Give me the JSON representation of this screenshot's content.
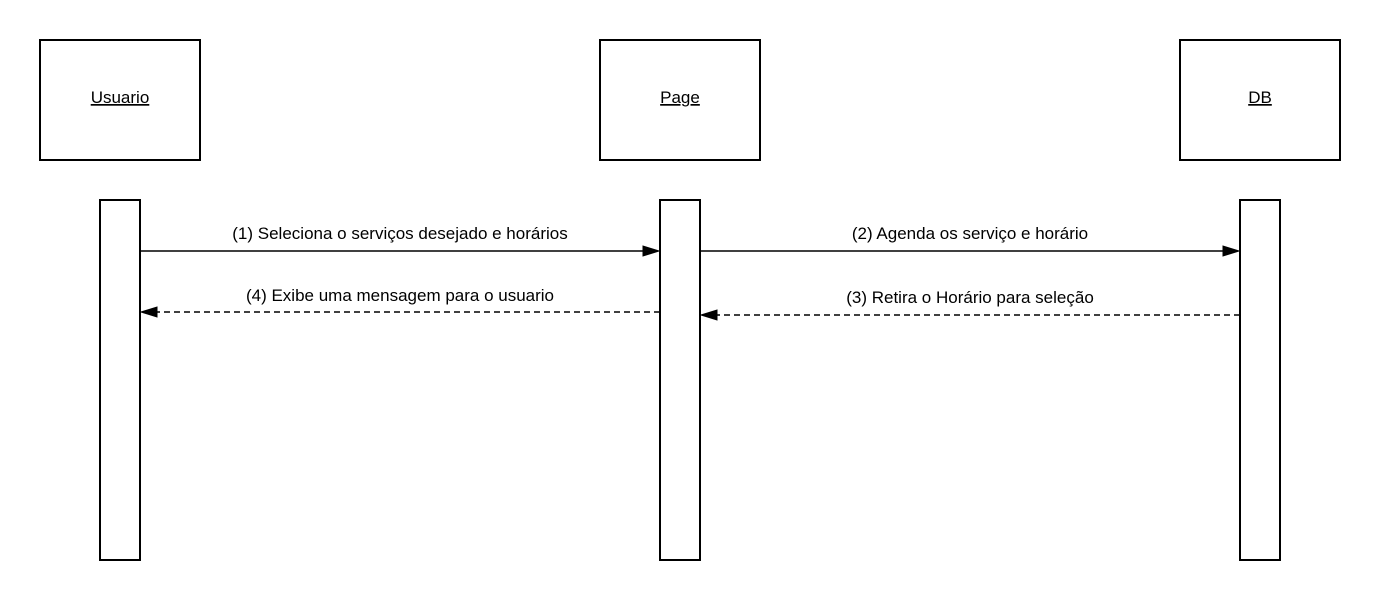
{
  "participants": [
    {
      "id": "usuario",
      "label": "Usuario"
    },
    {
      "id": "page",
      "label": "Page"
    },
    {
      "id": "db",
      "label": "DB"
    }
  ],
  "messages": [
    {
      "id": "m1",
      "from": "usuario",
      "to": "page",
      "style": "solid",
      "label": "(1) Seleciona o serviços desejado e horários"
    },
    {
      "id": "m2",
      "from": "page",
      "to": "db",
      "style": "solid",
      "label": "(2) Agenda os serviço e horário"
    },
    {
      "id": "m3",
      "from": "db",
      "to": "page",
      "style": "dashed",
      "label": "(3) Retira o Horário para seleção"
    },
    {
      "id": "m4",
      "from": "page",
      "to": "usuario",
      "style": "dashed",
      "label": "(4) Exibe uma mensagem para o usuario"
    }
  ],
  "colors": {
    "stroke": "#000000",
    "background": "#ffffff"
  }
}
